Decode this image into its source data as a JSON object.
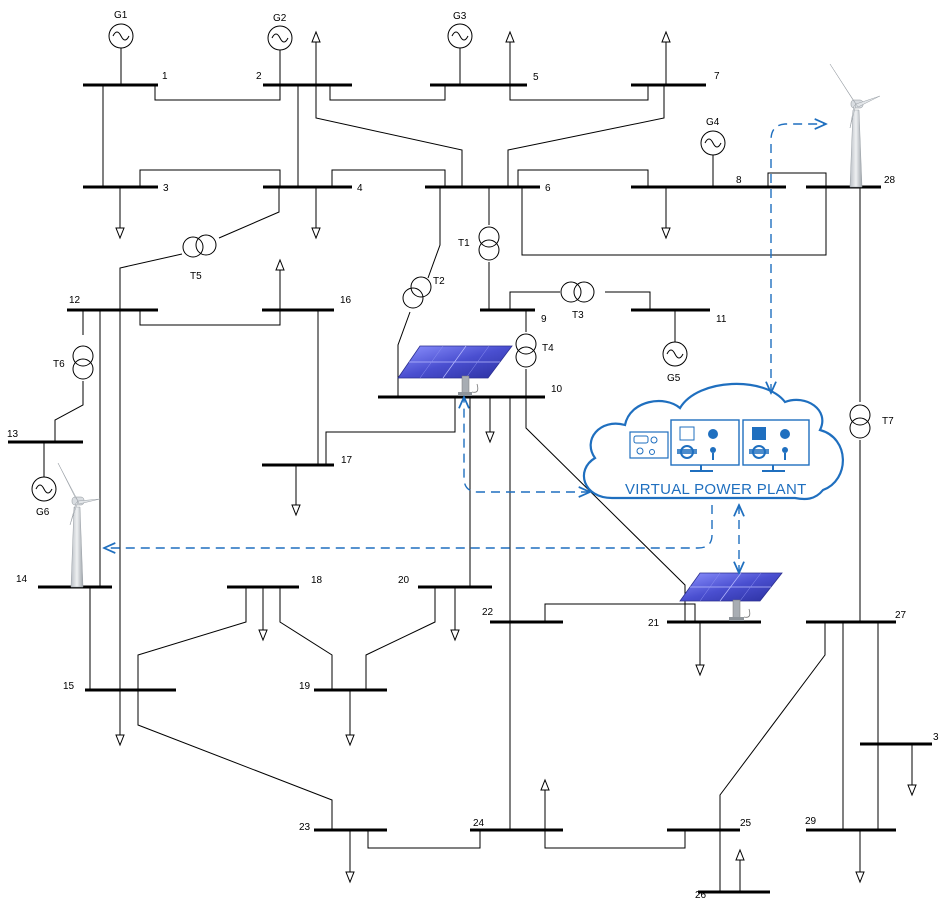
{
  "buses": {
    "b1": "1",
    "b2": "2",
    "b3": "3",
    "b4": "4",
    "b5": "5",
    "b6": "6",
    "b7": "7",
    "b8": "8",
    "b9": "9",
    "b10": "10",
    "b11": "11",
    "b12": "12",
    "b13": "13",
    "b14": "14",
    "b15": "15",
    "b16": "16",
    "b17": "17",
    "b18": "18",
    "b19": "19",
    "b20": "20",
    "b21": "21",
    "b22": "22",
    "b23": "23",
    "b24": "24",
    "b25": "25",
    "b26": "26",
    "b27": "27",
    "b28": "28",
    "b29": "29",
    "b30": "3"
  },
  "generators": {
    "g1": "G1",
    "g2": "G2",
    "g3": "G3",
    "g4": "G4",
    "g5": "G5",
    "g6": "G6"
  },
  "transformers": {
    "t1": "T1",
    "t2": "T2",
    "t3": "T3",
    "t4": "T4",
    "t5": "T5",
    "t6": "T6",
    "t7": "T7"
  },
  "vpp": {
    "label": "VIRTUAL POWER PLANT"
  },
  "colors": {
    "line": "#000000",
    "link": "#1f6fbf",
    "cloud_fill": "#ffffff",
    "panel": "#5a5fcf"
  },
  "icons": {
    "generator": "generator-icon",
    "transformer": "transformer-icon",
    "load": "load-arrow-icon",
    "wind": "wind-turbine-icon",
    "solar": "solar-panel-icon",
    "cloud": "cloud-icon",
    "monitor": "monitor-icon"
  }
}
